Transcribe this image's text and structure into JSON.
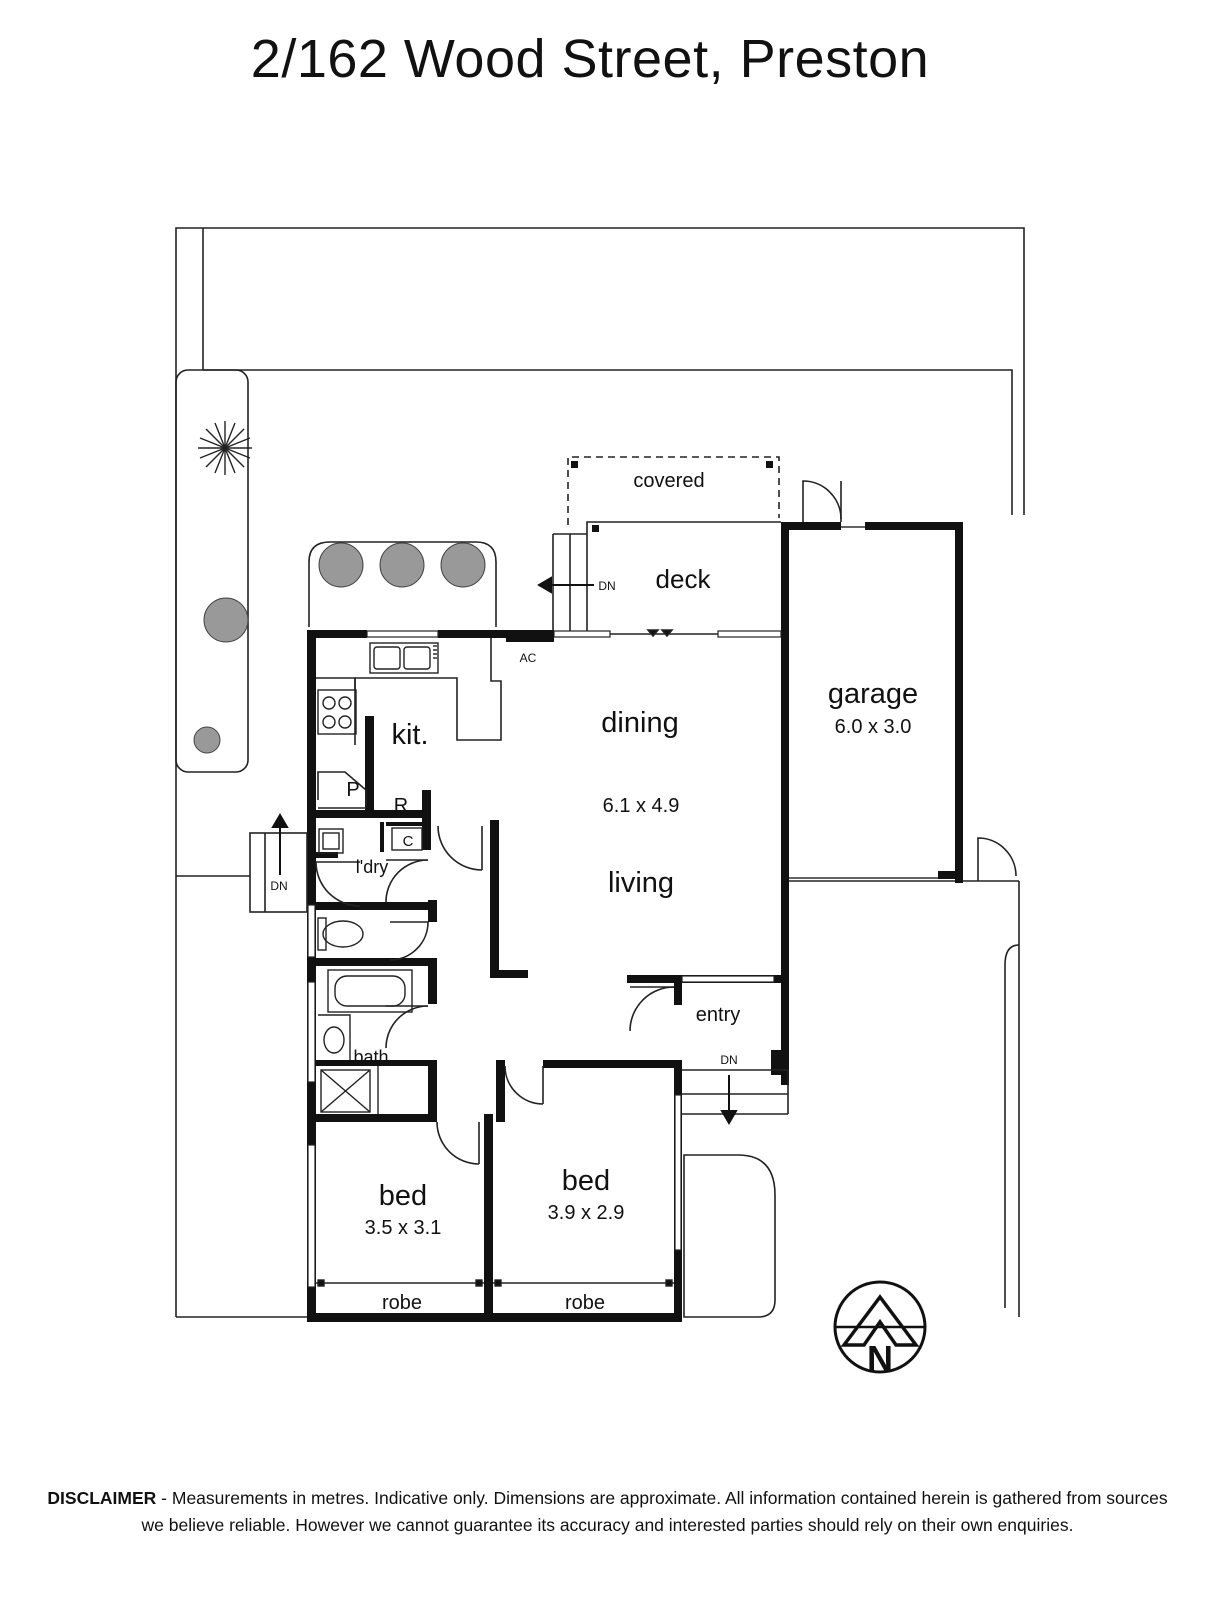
{
  "title": "2/162 Wood Street, Preston",
  "rooms": {
    "covered": "covered",
    "deck": "deck",
    "dn_deck": "DN",
    "ac": "AC",
    "kit": "kit.",
    "dining": "dining",
    "living_dims": "6.1 x 4.9",
    "living": "living",
    "garage": "garage",
    "garage_dims": "6.0 x 3.0",
    "pantry": "P",
    "fridge": "R",
    "cupboard": "C",
    "laundry": "l'dry",
    "dn_side": "DN",
    "entry": "entry",
    "dn_entry": "DN",
    "bath": "bath",
    "bed1": "bed",
    "bed1_dims": "3.5 x 3.1",
    "bed2": "bed",
    "bed2_dims": "3.9 x 2.9",
    "robe1": "robe",
    "robe2": "robe"
  },
  "compass": {
    "letter": "N"
  },
  "disclaimer": {
    "label": "DISCLAIMER",
    "text": " - Measurements in metres. Indicative only. Dimensions are approximate. All information contained herein is gathered from sources we believe reliable. However we cannot guarantee its accuracy and interested parties should rely on their own enquiries."
  }
}
